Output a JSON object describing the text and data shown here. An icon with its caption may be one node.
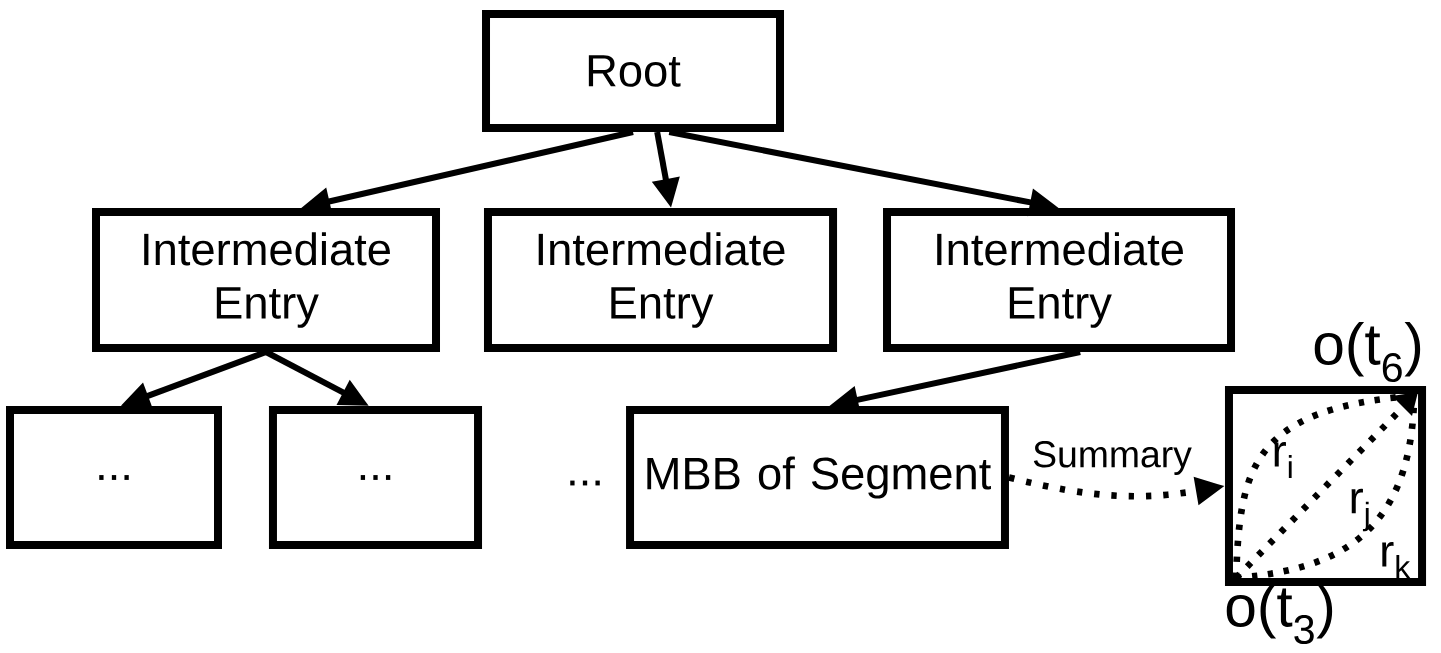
{
  "diagram": {
    "nodes": [
      {
        "text": [
          "Root"
        ]
      },
      {
        "text": [
          "Intermediate Entry"
        ]
      },
      {
        "text": [
          "Intermediate Entry"
        ]
      },
      {
        "text": [
          "Intermediate Entry"
        ]
      },
      {
        "text": [
          "..."
        ]
      },
      {
        "text": [
          "..."
        ]
      },
      {
        "text": [
          "MBB of Segment"
        ]
      },
      {
        "text": [
          "r$_{i}$",
          "r$_{j}$",
          "r$_{k}$"
        ],
        "beside": [
          "o(t$_{6}$)",
          "o(t$_{3}$)"
        ]
      }
    ],
    "edges": [
      {
        "from": 0,
        "to": 1,
        "arrow": "to"
      },
      {
        "from": 0,
        "to": 2,
        "arrow": "to"
      },
      {
        "from": 0,
        "to": 3,
        "arrow": "to"
      },
      {
        "from": 1,
        "to": 4,
        "arrow": "to"
      },
      {
        "from": 1,
        "to": 5,
        "arrow": "to"
      },
      {
        "from": 3,
        "to": 6,
        "arrow": "to"
      },
      {
        "from": 6,
        "to": 7,
        "arrow": "to",
        "label": "Summary",
        "style": "dashed"
      }
    ],
    "labels": [
      "..."
    ]
  }
}
